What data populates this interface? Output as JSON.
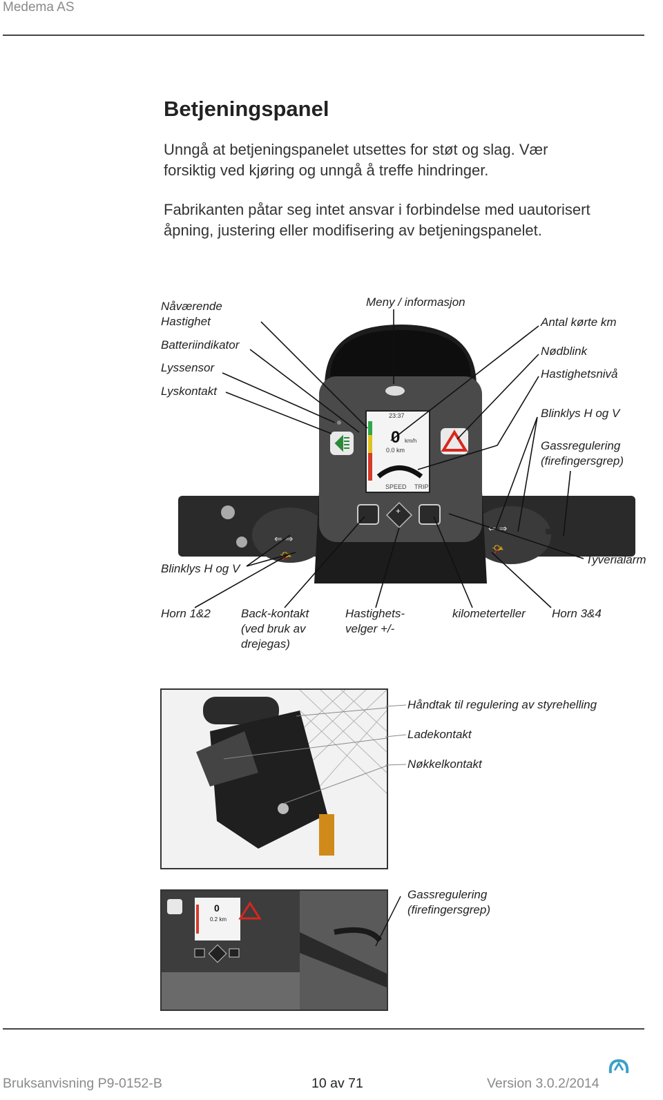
{
  "header": {
    "company": "Medema AS"
  },
  "section": {
    "title": "Betjeningspanel",
    "paragraph1_line1": "Unngå at betjeningspanelet utsettes for støt og slag. Vær",
    "paragraph1_line2": "forsiktig ved kjøring og unngå å treffe hindringer.",
    "paragraph2_line1": "Fabrikanten påtar seg intet ansvar i forbindelse med uautorisert",
    "paragraph2_line2": "åpning, justering eller modifisering av betjeningspanelet."
  },
  "panel_diagram": {
    "labels": {
      "navarende_1": "Nåværende",
      "navarende_2": "Hastighet",
      "batteri": "Batteriindikator",
      "lyssensor": "Lyssensor",
      "lyskontakt": "Lyskontakt",
      "meny": "Meny / informasjon",
      "antal_km": "Antal kørte km",
      "nodblink": "Nødblink",
      "hastighetsniva": "Hastighetsnivå",
      "blinklys_right": "Blinklys H og V",
      "gass_1": "Gassregulering",
      "gass_2": "(firefingersgrep)",
      "blinklys_left": "Blinklys H og V",
      "tyverialarm": "Tyverialarm",
      "horn12": "Horn 1&2",
      "back_1": "Back-kontakt",
      "back_2": "(ved bruk av",
      "back_3": "drejegas)",
      "hastvelger_1": "Hastighets-",
      "hastvelger_2": "velger +/-",
      "km_teller": "kilometerteller",
      "horn34": "Horn 3&4"
    },
    "screen": {
      "clock": "23:37",
      "speed": "0",
      "unit": "km/h",
      "trip": "0.0 km",
      "speed_label": "SPEED",
      "trip_label": "TRIP"
    }
  },
  "photo2_labels": {
    "handtak": "Håndtak til regulering av styrehelling",
    "ladekontakt": "Ladekontakt",
    "nokkel": "Nøkkelkontakt"
  },
  "photo3_labels": {
    "gass_1": "Gassregulering",
    "gass_2": "(firefingersgrep)",
    "screen_speed": "0",
    "screen_trip": "0.2 km"
  },
  "footer": {
    "doc": "Bruksanvisning P9-0152-B",
    "page": "10 av 71",
    "version": "Version 3.0.2/2014"
  }
}
